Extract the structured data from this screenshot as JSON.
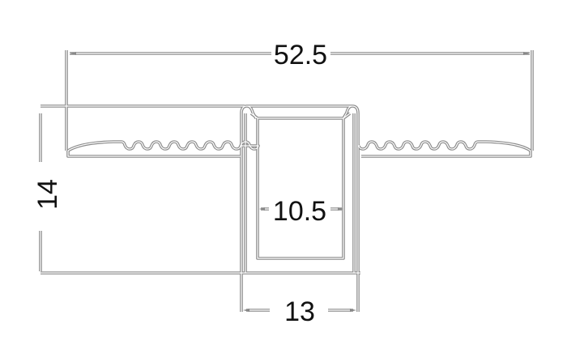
{
  "dimensions": {
    "overall_width": "52.5",
    "height": "14",
    "inner_width": "10.5",
    "channel_width": "13"
  },
  "colors": {
    "line": "#8a8a8a",
    "text": "#111111"
  }
}
